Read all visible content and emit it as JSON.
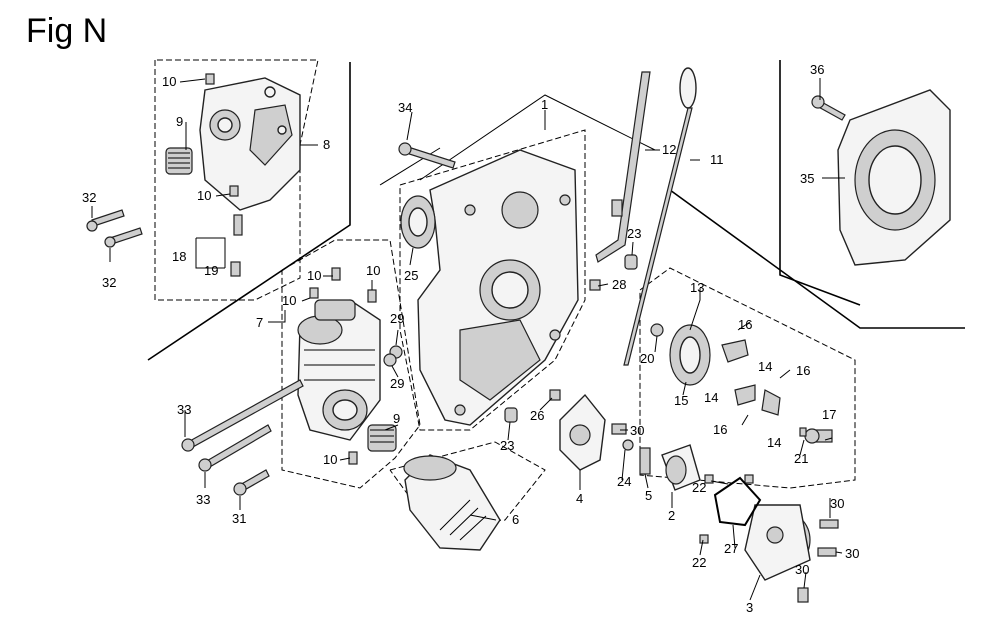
{
  "title": "Fig N",
  "callouts": {
    "c1": "1",
    "c2": "2",
    "c3": "3",
    "c4": "4",
    "c5": "5",
    "c6": "6",
    "c7": "7",
    "c8": "8",
    "c9a": "9",
    "c9b": "9",
    "c10a": "10",
    "c10b": "10",
    "c10c": "10",
    "c10d": "10",
    "c10e": "10",
    "c10f": "10",
    "c11": "11",
    "c12": "12",
    "c13": "13",
    "c14a": "14",
    "c14b": "14",
    "c14c": "14",
    "c15": "15",
    "c16a": "16",
    "c16b": "16",
    "c16c": "16",
    "c17": "17",
    "c18": "18",
    "c19": "19",
    "c20": "20",
    "c21": "21",
    "c22a": "22",
    "c22b": "22",
    "c23a": "23",
    "c23b": "23",
    "c24": "24",
    "c25": "25",
    "c26": "26",
    "c27": "27",
    "c28": "28",
    "c29a": "29",
    "c29b": "29",
    "c30a": "30",
    "c30b": "30",
    "c30c": "30",
    "c30d": "30",
    "c31": "31",
    "c32a": "32",
    "c32b": "32",
    "c33a": "33",
    "c33b": "33",
    "c34": "34",
    "c35": "35",
    "c36": "36"
  }
}
